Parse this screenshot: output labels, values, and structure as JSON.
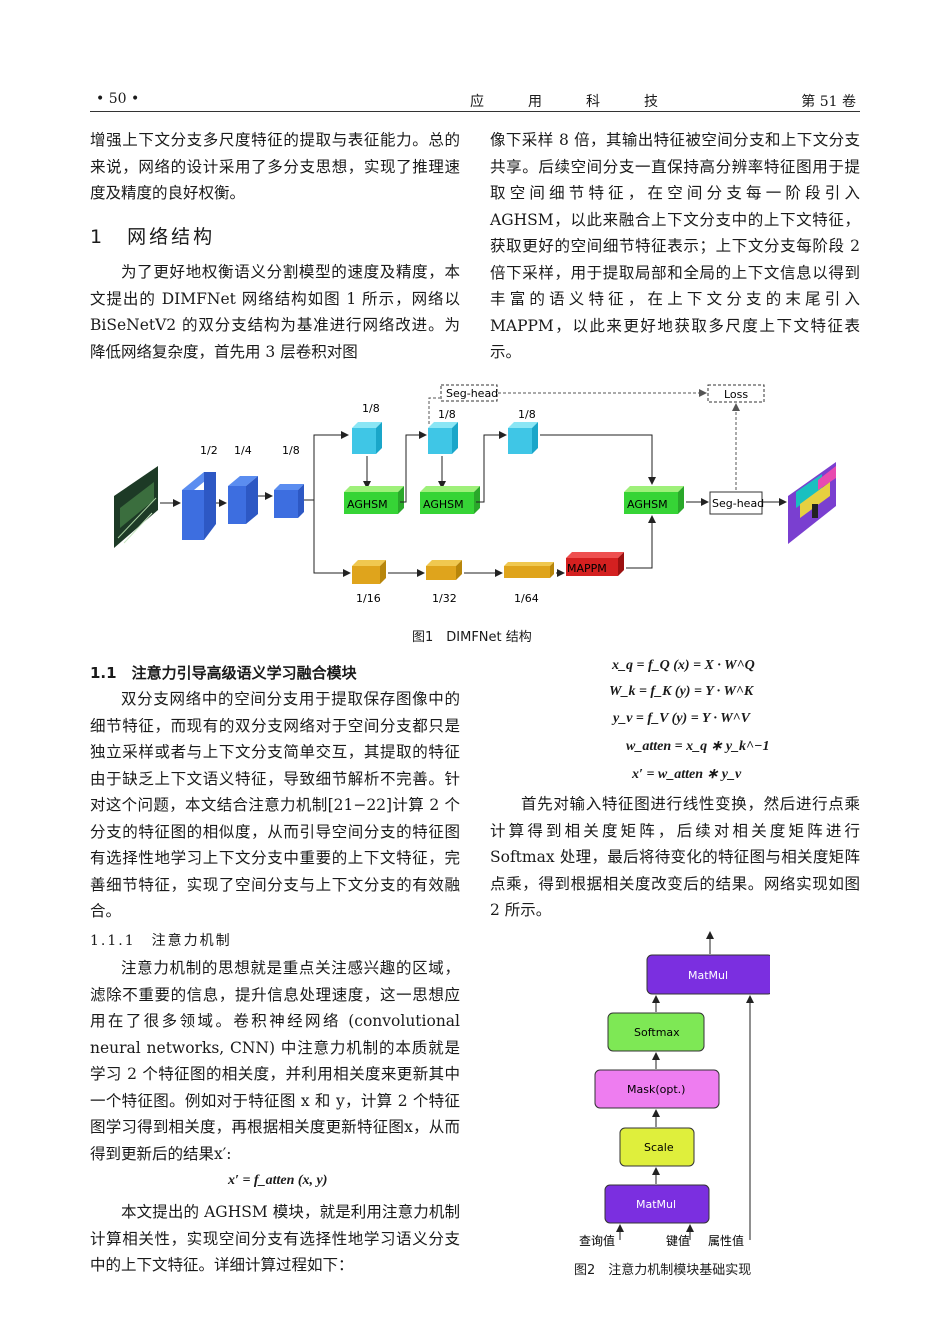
{
  "header": {
    "page": "• 50 •",
    "journal": "应用科技",
    "volume": "第 51 卷"
  },
  "left_top": {
    "para1": "增强上下文分支多尺度特征的提取与表征能力。总的来说，网络的设计采用了多分支思想，实现了推理速度及精度的良好权衡。"
  },
  "section1": {
    "title": "1　网络结构"
  },
  "left_mid": {
    "para1": "为了更好地权衡语义分割模型的速度及精度，本文提出的 DIMFNet 网络结构如图 1 所示，网络以 BiSeNetV2 的双分支结构为基准进行网络改进。为降低网络复杂度，首先用 3 层卷积对图"
  },
  "right_top": {
    "para1": "像下采样 8 倍，其输出特征被空间分支和上下文分支共享。后续空间分支一直保持高分辨率特征图用于提取空间细节特征，在空间分支每一阶段引入 AGHSM，以此来融合上下文分支中的上下文特征，获取更好的空间细节特征表示；上下文分支每阶段 2 倍下采样，用于提取局部和全局的上下文信息以得到丰富的语义特征，在上下文分支的末尾引入 MAPPM，以此来更好地获取多尺度上下文特征表示。"
  },
  "fig1": {
    "caption": "图1　DIMFNet 结构",
    "labels": {
      "seg_head_top": "Seg-head",
      "loss": "Loss",
      "seg_head": "Seg-head",
      "aghsm": "AGHSM",
      "mappm": "MAPPM",
      "s_1_2": "1/2",
      "s_1_4": "1/4",
      "s_1_8a": "1/8",
      "s_1_8b": "1/8",
      "s_1_8c": "1/8",
      "s_1_8d": "1/8",
      "s_1_16": "1/16",
      "s_1_32": "1/32",
      "s_1_64": "1/64"
    }
  },
  "section11": {
    "title": "1.1　注意力引导高级语义学习融合模块"
  },
  "left_body": {
    "para1": "双分支网络中的空间分支用于提取保存图像中的细节特征，而现有的双分支网络对于空间分支都只是独立采样或者与上下文分支简单交互，其提取的特征由于缺乏上下文语义特征，导致细节解析不完善。针对这个问题，本文结合注意力机制[21−22]计算 2 个分支的特征图的相似度，从而引导空间分支的特征图有选择性地学习上下文分支中重要的上下文特征，完善细节特征，实现了空间分支与上下文分支的有效融合。"
  },
  "section111": {
    "title": "1.1.1　注意力机制"
  },
  "left_body2": {
    "para1": "注意力机制的思想就是重点关注感兴趣的区域，滤除不重要的信息，提升信息处理速度，这一思想应用在了很多领域。卷积神经网络 (convolutional neural networks, CNN) 中注意力机制的本质就是学习 2 个特征图的相关度，并利用相关度来更新其中一个特征图。例如对于特征图 x 和 y，计算 2 个特征图学习得到相关度，再根据相关度更新特征图x，从而得到更新后的结果x′:",
    "eq": "x′ = f_atten (x, y)",
    "para2": "本文提出的 AGHSM 模块，就是利用注意力机制计算相关性，实现空间分支有选择性地学习语义分支中的上下文特征。详细计算过程如下："
  },
  "equations": {
    "e1": "x_q = f_Q (x) = X · W^Q",
    "e2": "W_k = f_K (y) = Y · W^K",
    "e3": "y_v = f_V (y) = Y · W^V",
    "e4": "w_atten = x_q ∗ y_k^−1",
    "e5": "x′ = w_atten ∗ y_v"
  },
  "right_body": {
    "para1": "首先对输入特征图进行线性变换，然后进行点乘计算得到相关度矩阵，后续对相关度矩阵进行 Softmax 处理，最后将待变化的特征图与相关度矩阵点乘，得到根据相关度改变后的结果。网络实现如图 2 所示。"
  },
  "fig2": {
    "caption": "图2　注意力机制模块基础实现",
    "blocks": {
      "matmul_top": "MatMul",
      "softmax": "Softmax",
      "mask": "Mask(opt.)",
      "scale": "Scale",
      "matmul_bottom": "MatMul"
    },
    "inputs": {
      "query": "查询值",
      "key": "键值",
      "value": "属性值"
    },
    "colors": {
      "matmul": "#7b2fe0",
      "softmax": "#7ee855",
      "mask": "#ee7df0",
      "scale": "#dfef3c"
    }
  }
}
